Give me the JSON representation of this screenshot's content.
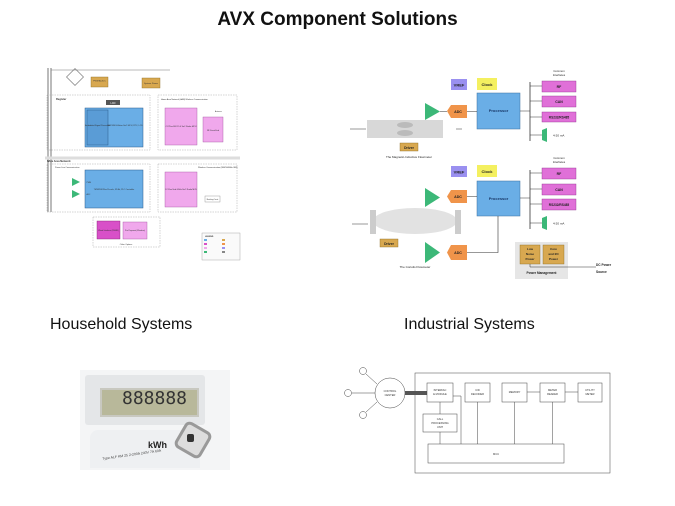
{
  "slide": {
    "title": "AVX Component Solutions",
    "household_label": "Household Systems",
    "industrial_label": "Industrial Systems"
  },
  "emeter_diagram": {
    "pwm": "PWM AC/DC",
    "system_power": "System Power",
    "register": "Register",
    "lcd": "LCD",
    "esp": "Embedded Signal Processor",
    "msp": "MSP430 E-Meter SoC MCU, RTC, LCD",
    "han": "Home Area Network (HAN) Wireless Communication",
    "cc25": "CC25xx 802.15.4 SoC Radio MCU",
    "rf_front": "RF Front End",
    "antenna": "Antenna",
    "wan": "Wide Area Network",
    "plc": "Power Line Communication",
    "tms": "TMS320F28xx Piccolo, 32-Bit, PLC Controller",
    "pwm_small": "PWM",
    "adc_small": "ADC",
    "wireless": "Wireless Communication (868/900MHz ISM)",
    "cc11": "CC11xx Sub-1GHz SoC Radio MCU",
    "matching": "Matching Circuit",
    "wired": "Wired Interface (RS485)",
    "prepay": "Pre Payment (Wireless)",
    "other": "Other Options",
    "legend": "LEGEND"
  },
  "flowmeter": {
    "vref": "VREF",
    "clock": "Clock",
    "adc": "ADC",
    "processor": "Processor",
    "driver": "Driver",
    "common_interfaces_1": "Common",
    "common_interfaces_2": "Interfaces",
    "rf": "RF",
    "can": "CAN",
    "rs": "RS232/RS485",
    "ma": "4-20 mA",
    "mag_caption": "The Magnetic-Inductive Flowmeter",
    "coriolis_caption": "The Coriolis Flowmeter",
    "low_noise_1": "Low",
    "low_noise_2": "Noise",
    "low_noise_3": "Power",
    "core_1": "Core",
    "core_2": "and I/O",
    "core_3": "Power",
    "power_mgmt": "Power Management",
    "dc_1": "DC Power",
    "dc_2": "Source"
  },
  "patent": {
    "control_center_1": "CONTROL",
    "control_center_2": "CENTER",
    "interface_1": "INTERFAC",
    "interface_2": "E MODULE",
    "cid_1": "CID",
    "cid_2": "DECODER",
    "memory": "MEMORY",
    "meter_reader_1": "METER",
    "meter_reader_2": "READER",
    "utility_1": "UTILITY",
    "utility_2": "METER",
    "call_1": "CALL",
    "call_2": "PROCESSING",
    "call_3": "UNIT",
    "mcu": "MCU"
  },
  "meter_photo": {
    "display": "888888",
    "unit": "kWh",
    "spec": "Type ALF KM 25 2-200A 240V 7A 60A"
  },
  "colors": {
    "blue_block": "#6aaee6",
    "pink_block": "#e070d8",
    "orange_adc": "#f0944a",
    "green_amp": "#3cb878",
    "vref": "#9a90f0",
    "clock": "#f4f060",
    "driver": "#d8a850"
  }
}
